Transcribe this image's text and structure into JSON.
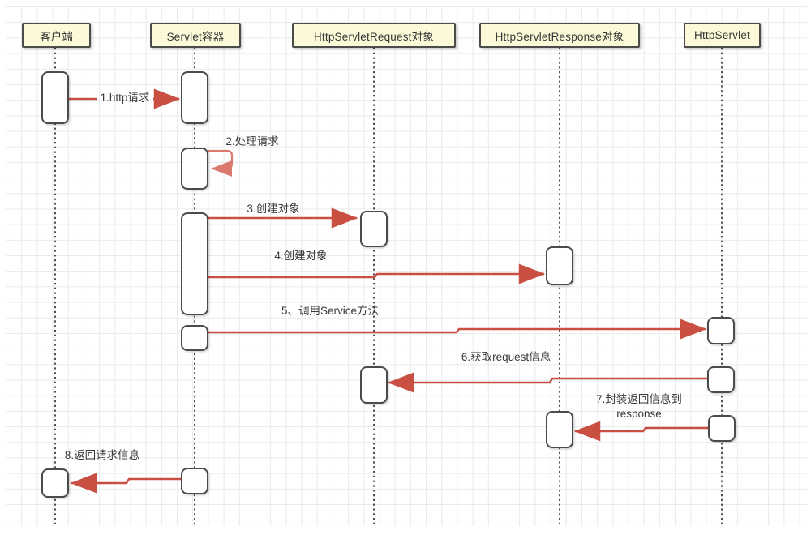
{
  "diagram": {
    "kind": "uml-sequence",
    "colors": {
      "arrow": "#c94f43",
      "self_arrow": "#dc7a6f",
      "actor_fill": "#fbf9d7",
      "shape_border": "#4b4b4b",
      "grid_line": "#e8ebeb",
      "label_text": "#383838"
    }
  },
  "actors": [
    {
      "label": "客户端"
    },
    {
      "label": "Servlet容器"
    },
    {
      "label": "HttpServletRequest对象"
    },
    {
      "label": "HttpServletResponse对象"
    },
    {
      "label": "HttpServlet"
    }
  ],
  "messages": [
    {
      "label": "1.http请求",
      "from": "客户端",
      "to": "Servlet容器"
    },
    {
      "label": "2.处理请求",
      "from": "Servlet容器",
      "to": "Servlet容器"
    },
    {
      "label": "3.创建对象",
      "from": "Servlet容器",
      "to": "HttpServletRequest对象"
    },
    {
      "label": "4.创建对象",
      "from": "Servlet容器",
      "to": "HttpServletResponse对象"
    },
    {
      "label": "5、调用Service方法",
      "from": "Servlet容器",
      "to": "HttpServlet"
    },
    {
      "label": "6.获取request信息",
      "from": "HttpServlet",
      "to": "HttpServletRequest对象"
    },
    {
      "label": "7.封装返回信息到",
      "label2": "response",
      "from": "HttpServlet",
      "to": "HttpServletResponse对象"
    },
    {
      "label": "8.返回请求信息",
      "from": "Servlet容器",
      "to": "客户端"
    }
  ]
}
